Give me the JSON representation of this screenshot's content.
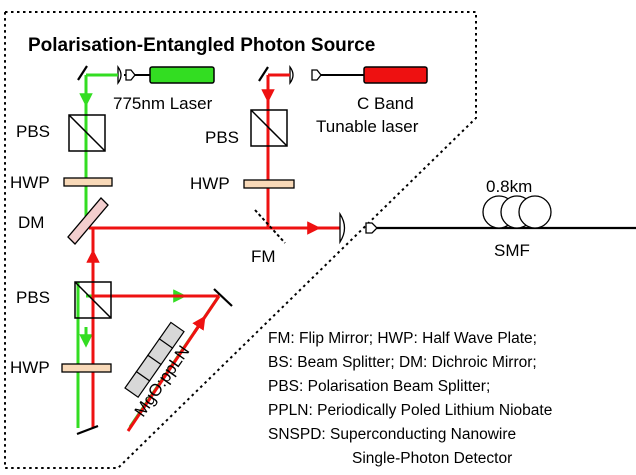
{
  "title": "Polarisation-Entangled Photon Source",
  "lasers": {
    "green": "775nm Laser",
    "red_line1": "C Band",
    "red_line2": "Tunable laser"
  },
  "labels": {
    "pbs": "PBS",
    "hwp": "HWP",
    "dm": "DM",
    "fm": "FM",
    "crystal": "MgO:ppLN",
    "fiber_length": "0.8km",
    "smf": "SMF"
  },
  "legend": [
    "FM: Flip Mirror; HWP: Half Wave Plate;",
    "BS: Beam Splitter; DM: Dichroic Mirror;",
    "PBS: Polarisation Beam Splitter;",
    "PPLN: Periodically Poled Lithium Niobate",
    "SNSPD: Superconducting Nanowire",
    "Single-Photon Detector"
  ],
  "colors": {
    "green_beam": "#33dd22",
    "red_beam": "#ee1111",
    "waveplate": "#f8d9b8",
    "dichroic": "#f3cece",
    "crystal_cell": "#d8d8d8"
  }
}
